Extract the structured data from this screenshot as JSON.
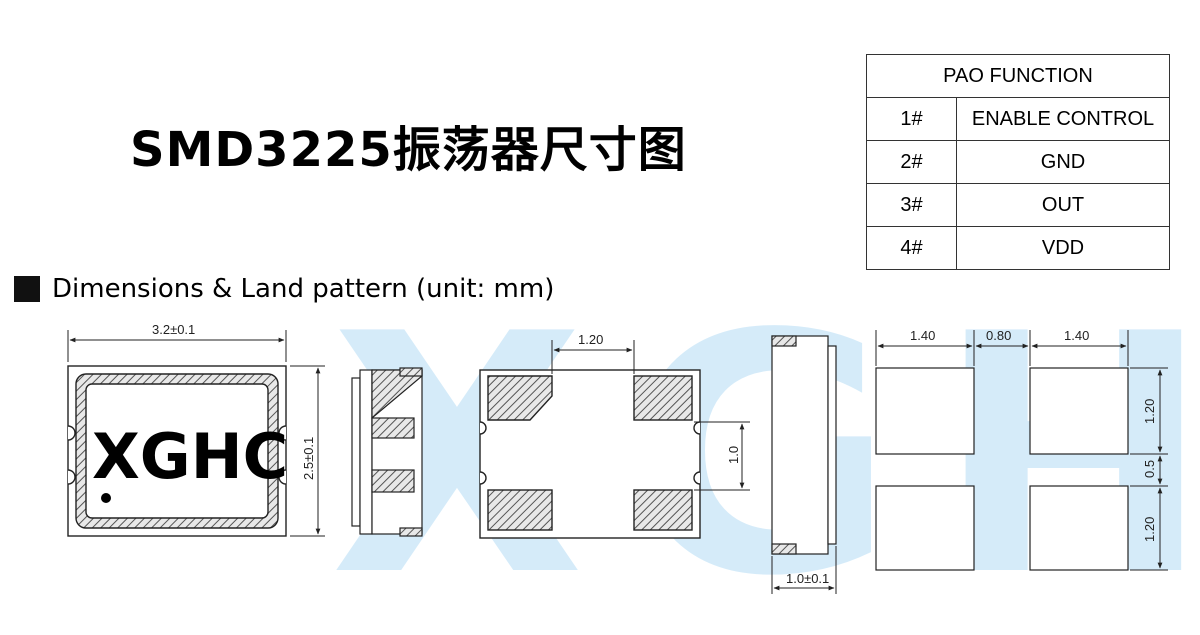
{
  "title": "SMD3225振荡器尺寸图",
  "pin_table": {
    "header": "PAO FUNCTION",
    "rows": [
      {
        "pin": "1#",
        "function": "ENABLE CONTROL"
      },
      {
        "pin": "2#",
        "function": "GND"
      },
      {
        "pin": "3#",
        "function": "OUT"
      },
      {
        "pin": "4#",
        "function": "VDD"
      }
    ]
  },
  "section_label": "Dimensions & Land pattern (unit: mm)",
  "top_view": {
    "width_label": "3.2±0.1",
    "height_label": "2.5±0.1",
    "marking": "XGHC"
  },
  "bottom_view": {
    "pad_pitch_label": "1.20",
    "pad_gap_label": "1.0"
  },
  "side_view": {
    "thickness_label": "1.0±0.1"
  },
  "land_pattern": {
    "pad_width_label": "1.40",
    "gap_label": "0.80",
    "pad_width_label_right": "1.40",
    "pad_height_top_label": "1.20",
    "pad_gap_label": "0.5",
    "pad_height_bottom_label": "1.20"
  },
  "watermark": "XGHC",
  "colors": {
    "watermark": "#7fc4ee",
    "hatch": "#555555",
    "outline": "#222222"
  }
}
